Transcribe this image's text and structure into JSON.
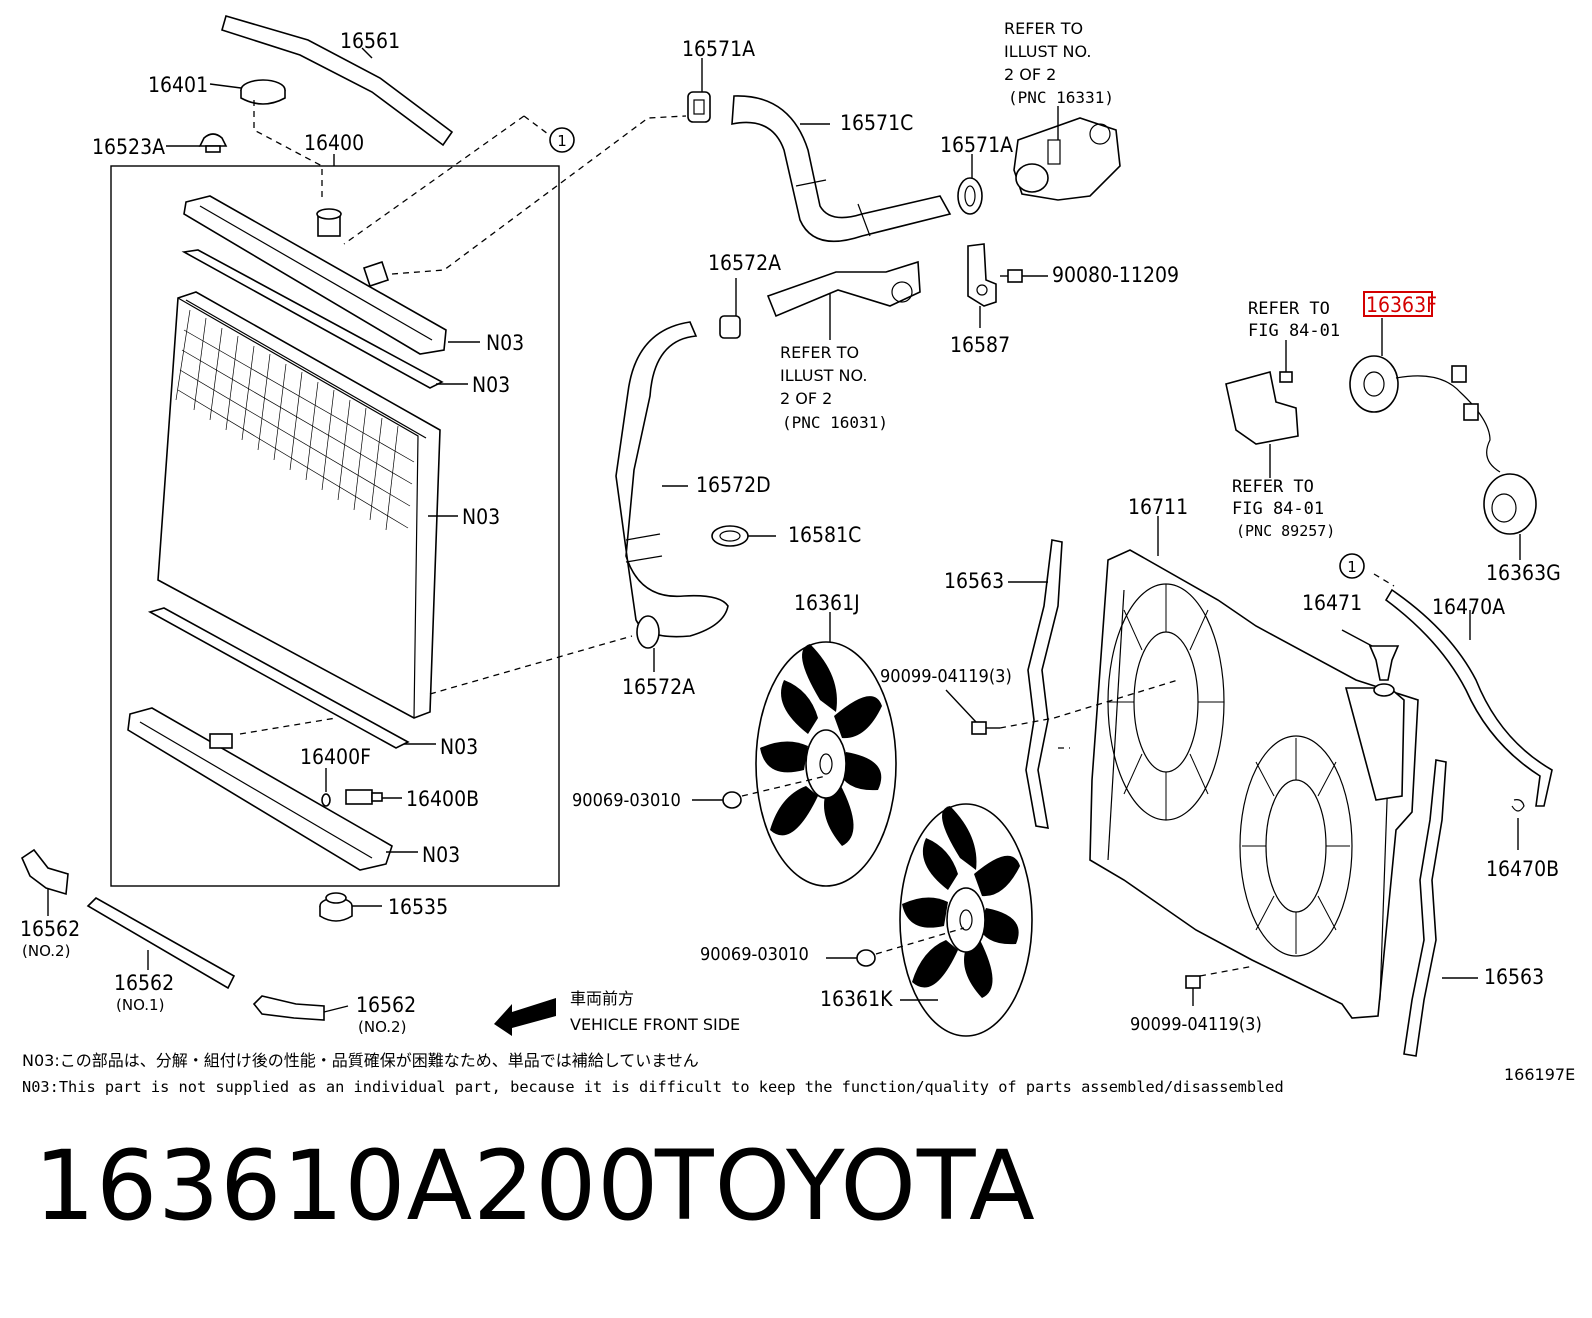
{
  "colors": {
    "highlight": "#d40000",
    "ink": "#000000"
  },
  "parts": {
    "p16561": "16561",
    "p16401": "16401",
    "p16523A": "16523A",
    "p16400": "16400",
    "p16571A_top": "16571A",
    "p16571C": "16571C",
    "p16571A_right": "16571A",
    "p16572A_top": "16572A",
    "p90080": "90080-11209",
    "p16587": "16587",
    "p16363F": "16363F",
    "p16572D": "16572D",
    "p16581C": "16581C",
    "p16711": "16711",
    "p16363G": "16363G",
    "p16563_left": "16563",
    "p16361J": "16361J",
    "p16471": "16471",
    "p16470A": "16470A",
    "p16572A_bottom": "16572A",
    "p90099_top": "90099-04119(3)",
    "p16400F": "16400F",
    "p16400B": "16400B",
    "p90069_top": "90069-03010",
    "p16470B": "16470B",
    "p16535": "16535",
    "p16562_no2_left": "16562",
    "p16562_no1": "16562",
    "p16562_no2_bottom": "16562",
    "p90069_bottom": "90069-03010",
    "p16361K": "16361K",
    "p16563_right": "16563",
    "p90099_bottom": "90099-04119(3)",
    "n03": "N03"
  },
  "subs": {
    "no2": "(NO.2)",
    "no1": "(NO.1)"
  },
  "refs": {
    "pnc16331": [
      "REFER TO",
      "ILLUST NO.",
      "2 OF 2",
      "(PNC 16331)"
    ],
    "pnc16031": [
      "REFER TO",
      "ILLUST NO.",
      "2 OF 2",
      "(PNC 16031)"
    ],
    "fig8401_top": [
      "REFER TO",
      "FIG 84-01"
    ],
    "fig8401_bottom": [
      "REFER TO",
      "FIG 84-01",
      "(PNC 89257)"
    ]
  },
  "callout_circle": "1",
  "front_side": {
    "jp": "車両前方",
    "en": "VEHICLE FRONT SIDE"
  },
  "notes": {
    "jp": "N03:この部品は、分解・組付け後の性能・品質確保が困難なため、単品では補給していません",
    "en": "N03:This part is not supplied as an individual part, because it is difficult to keep the function/quality of parts assembled/disassembled"
  },
  "figure_id": "166197E",
  "footer": {
    "part_number": "163610A200",
    "brand": "TOYOTA"
  }
}
